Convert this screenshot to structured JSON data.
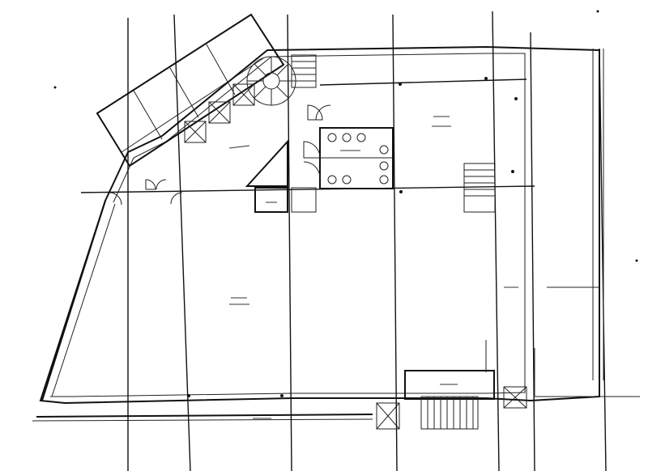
{
  "drawing": {
    "type": "architectural-floor-plan",
    "scan_style": "photocopy line drawing",
    "ink_color": "#111111",
    "paper_color": "#ffffff"
  },
  "rooms": [
    {
      "id": "main-office-west",
      "label": "",
      "size_label": ""
    },
    {
      "id": "main-office-north-east",
      "label": "",
      "size_label": ""
    },
    {
      "id": "east-office",
      "label": "",
      "size_label": ""
    },
    {
      "id": "lobby",
      "label": "",
      "size_label": ""
    },
    {
      "id": "kitchen",
      "label": "",
      "size_label": ""
    },
    {
      "id": "storage",
      "label": "",
      "size_label": ""
    },
    {
      "id": "south-room",
      "label": "",
      "size_label": ""
    }
  ],
  "fixtures": {
    "spiral_stair": "spiral-stair",
    "stairs": [
      "north-stair",
      "east-stair",
      "south-stair"
    ],
    "elevator_shafts": 2,
    "toilet_fixtures": 6
  }
}
